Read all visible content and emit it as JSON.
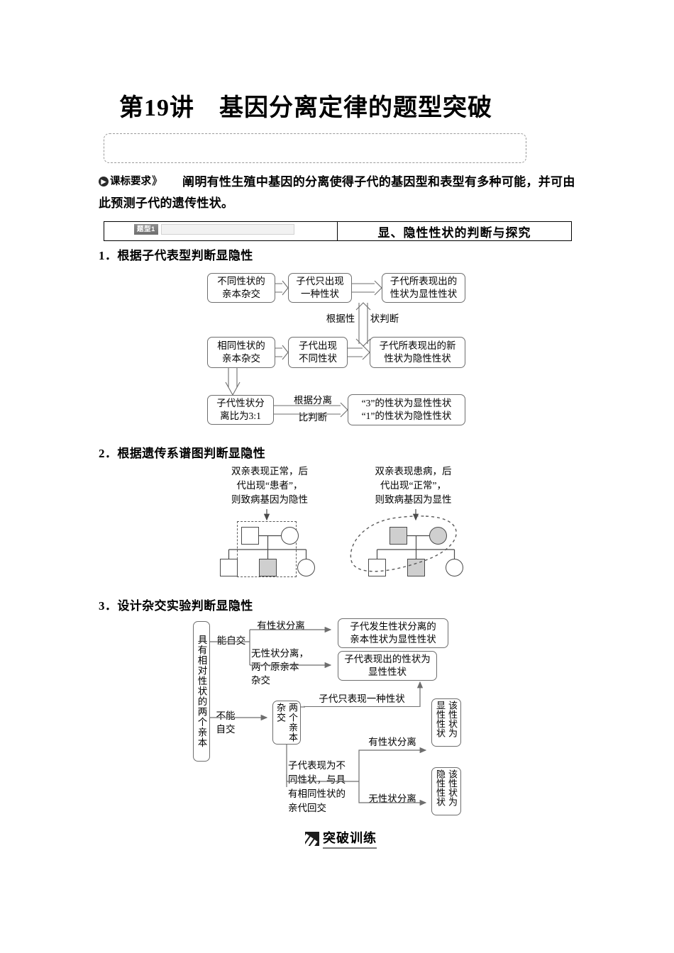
{
  "document": {
    "title": "第19讲　基因分离定律的题型突破",
    "empty_note_box": ""
  },
  "curriculum": {
    "badge": "课标要求",
    "badge_chevron": "》",
    "text": "阐明有性生殖中基因的分离使得子代的基因型和表型有多种可能，并可由此预测子代的遗传性状。"
  },
  "topic_header": {
    "badge": "题型1",
    "blank_bar": "",
    "title": "显、隐性性状的判断与探究"
  },
  "sections": [
    {
      "number": "1．",
      "heading": "根据子代表型判断显隐性"
    },
    {
      "number": "2．",
      "heading": "根据遗传系谱图判断显隐性"
    },
    {
      "number": "3．",
      "heading": "设计杂交实验判断显隐性"
    }
  ],
  "flow1": {
    "box_a": "不同性状的\n亲本杂交",
    "box_b": "子代只出现\n一种性状",
    "box_c": "子代所表现出的\n性状为显性性状",
    "mid_label_left": "根据性",
    "mid_label_right": "状判断",
    "box_d": "相同性状的\n亲本杂交",
    "box_e": "子代出现\n不同性状",
    "box_f": "子代所表现出的新\n性状为隐性性状",
    "box_g": "子代性状分\n离比为3:1",
    "label_ratio_top": "根据分离",
    "label_ratio_bottom": "比判断",
    "box_h": "“3”的性状为显性性状\n“1”的性状为隐性性状"
  },
  "pedigree": {
    "left_caption": "双亲表现正常，后\n代出现“患者”，\n则致病基因为隐性",
    "right_caption": "双亲表现患病，后\n代出现“正常”，\n则致病基因为显性"
  },
  "flow3": {
    "root": "具有相对性状的两个亲本",
    "branch_self_ok": "能自交",
    "branch_self_no": "不能\n自交",
    "label_segregate": "有性状分离",
    "box_segregate": "子代发生性状分离的\n亲本性状为显性性状",
    "label_nosegregate": "无性状分离，\n两个原亲本\n杂交",
    "box_nosegregate": "子代表现出的性状为\n显性性状",
    "box_cross": "两个亲本杂交",
    "label_one_trait": "子代只表现一种性状",
    "label_backcross": "子代表现为不\n同性状，与具\n有相同性状的\n亲代回交",
    "label_has_seg": "有性状分离",
    "box_dominant": "该性状为显性性状",
    "label_no_seg": "无性状分离",
    "box_recessive": "该性状为隐性性状"
  },
  "footer": {
    "badge_label": "突破训练",
    "badge_icon": "book-icon"
  },
  "colors": {
    "ink": "#000000",
    "line": "#6e6e6e",
    "fill_gray": "#cfcfcf",
    "badge_gray": "#7f7f7f"
  }
}
